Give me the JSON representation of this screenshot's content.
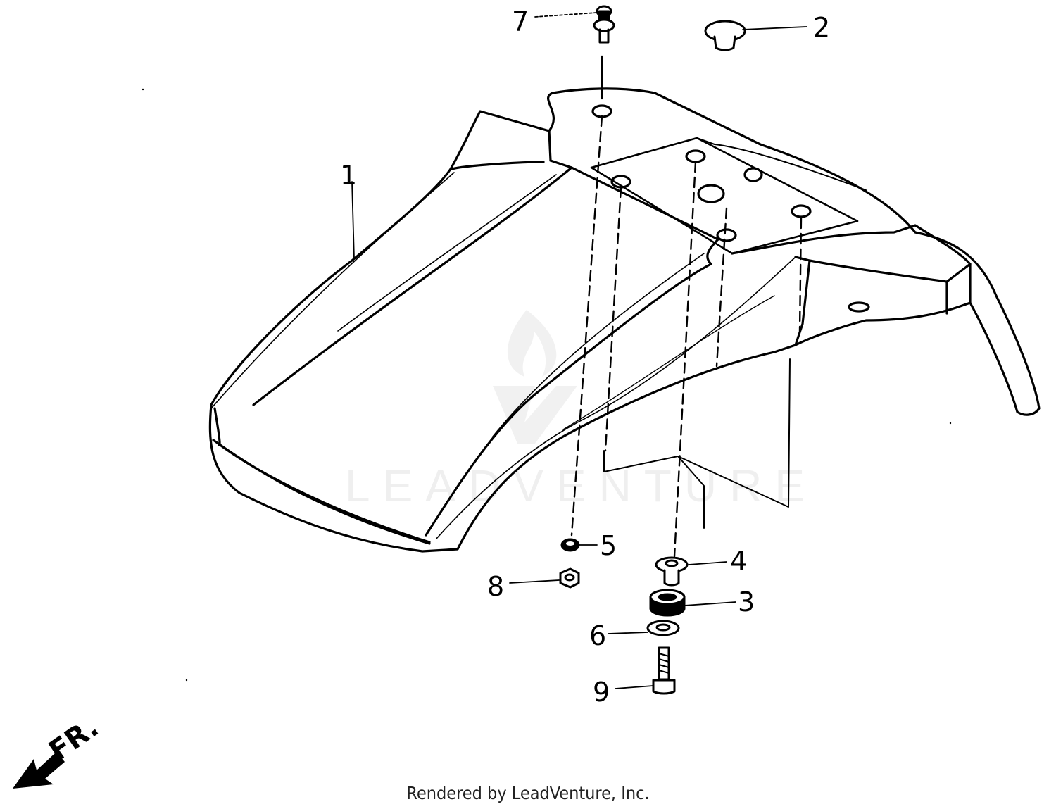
{
  "diagram": {
    "callouts": [
      {
        "id": "1",
        "label": "1"
      },
      {
        "id": "2",
        "label": "2"
      },
      {
        "id": "3",
        "label": "3"
      },
      {
        "id": "4",
        "label": "4"
      },
      {
        "id": "5",
        "label": "5"
      },
      {
        "id": "6",
        "label": "6"
      },
      {
        "id": "7",
        "label": "7"
      },
      {
        "id": "8",
        "label": "8"
      },
      {
        "id": "9",
        "label": "9"
      }
    ],
    "direction_label": "FR."
  },
  "watermark": {
    "text": "LEADVENTURE"
  },
  "footer": {
    "credit": "Rendered by LeadVenture, Inc."
  }
}
